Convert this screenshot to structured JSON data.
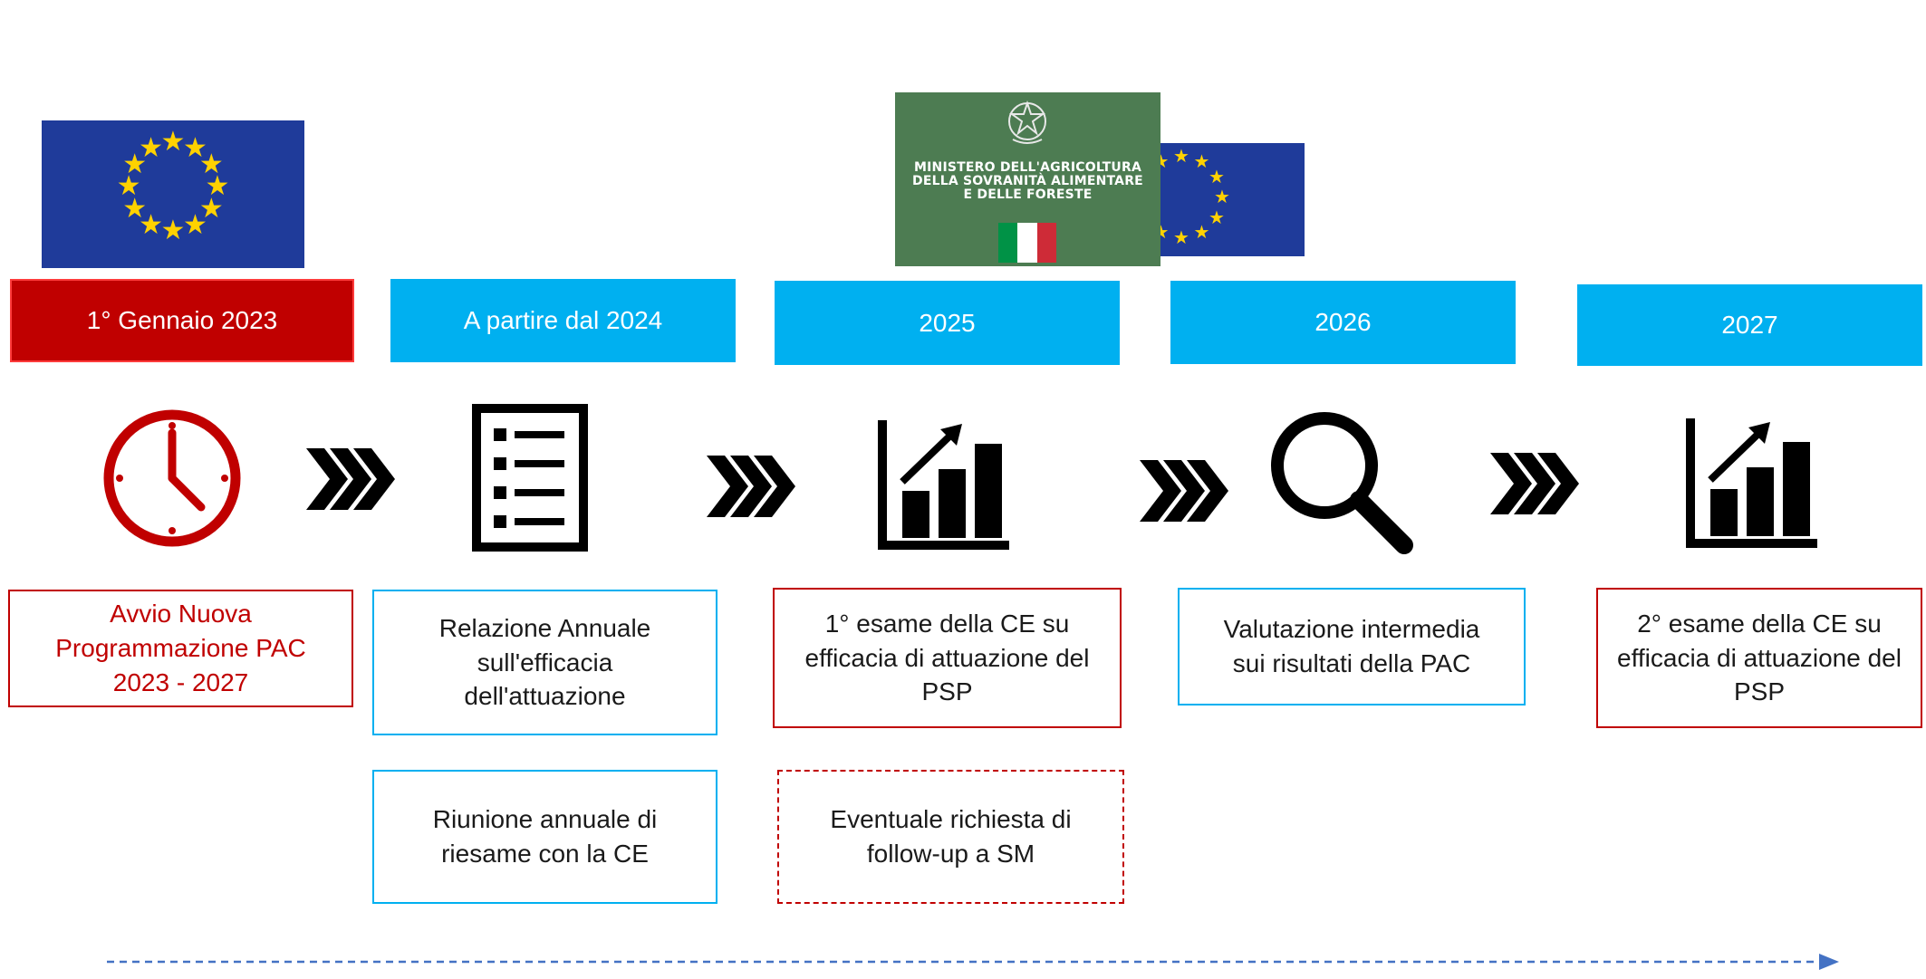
{
  "flags": {
    "ministry": {
      "lines": [
        "MINISTERO DELL'AGRICOLTURA",
        "DELLA SOVRANITÀ ALIMENTARE",
        "E DELLE FORESTE"
      ]
    }
  },
  "headers": [
    {
      "id": "h1",
      "label": "1° Gennaio 2023",
      "color": "#c00000"
    },
    {
      "id": "h2",
      "label": "A partire dal 2024",
      "color": "#00b0f0"
    },
    {
      "id": "h3",
      "label": "2025",
      "color": "#00b0f0"
    },
    {
      "id": "h4",
      "label": "2026",
      "color": "#00b0f0"
    },
    {
      "id": "h5",
      "label": "2027",
      "color": "#00b0f0"
    }
  ],
  "icons": [
    "clock-icon",
    "checklist-icon",
    "growth-chart-icon",
    "magnifier-icon",
    "growth-chart-icon"
  ],
  "boxes": {
    "b1": "Avvio Nuova Programmazione  PAC 2023 - 2027",
    "b2": "Relazione Annuale sull'efficacia dell'attuazione",
    "b2b": "Riunione annuale di riesame con la CE",
    "b3": "1° esame della CE su efficacia di attuazione del PSP",
    "b3b": "Eventuale richiesta di follow-up a SM",
    "b4": "Valutazione intermedia sui risultati della PAC",
    "b5": "2° esame della CE su efficacia di attuazione del PSP"
  },
  "colors": {
    "accent_blue": "#00b0f0",
    "accent_red": "#c00000",
    "eu_blue": "#1f3b9a",
    "eu_star": "#ffd200",
    "ministry_green": "#4d7c52"
  }
}
